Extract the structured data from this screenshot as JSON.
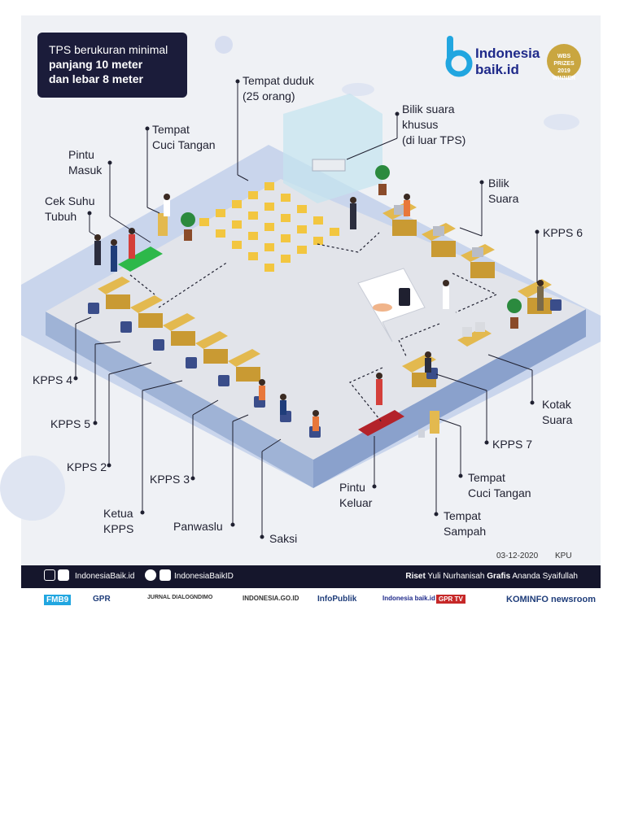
{
  "header": {
    "title_line1": "TPS berukuran minimal",
    "title_line2": "panjang 10 meter",
    "title_line3": "dan lebar 8 meter"
  },
  "brand": {
    "logo_line1": "Indonesia",
    "logo_line2": "baik.id",
    "badge_text": "WBS PRIZES 2019 WINNER"
  },
  "labels": {
    "tempat_duduk": [
      "Tempat duduk",
      "(25 orang)"
    ],
    "bilik_khusus": [
      "Bilik suara",
      "khusus",
      "(di luar TPS)"
    ],
    "cuci_tangan_masuk": [
      "Tempat",
      "Cuci Tangan"
    ],
    "pintu_masuk": [
      "Pintu",
      "Masuk"
    ],
    "cek_suhu": [
      "Cek Suhu",
      "Tubuh"
    ],
    "bilik_suara": [
      "Bilik",
      "Suara"
    ],
    "kpps6": "KPPS 6",
    "kpps4": "KPPS 4",
    "kpps5": "KPPS 5",
    "kpps2": "KPPS 2",
    "kpps3": "KPPS 3",
    "ketua": [
      "Ketua",
      "KPPS"
    ],
    "panwaslu": "Panwaslu",
    "saksi": "Saksi",
    "pintu_keluar": [
      "Pintu",
      "Keluar"
    ],
    "tempat_sampah": [
      "Tempat",
      "Sampah"
    ],
    "cuci_tangan_keluar": [
      "Tempat",
      "Cuci Tangan"
    ],
    "kpps7": "KPPS 7",
    "kotak_suara": [
      "Kotak",
      "Suara"
    ]
  },
  "meta": {
    "date": "03-12-2020",
    "source": "KPU"
  },
  "footer": {
    "social1": "IndonesiaBaik.id",
    "social2": "IndonesiaBaikID",
    "riset_label": "Riset",
    "riset_name": "Yuli Nurhanisah",
    "grafis_label": "Grafis",
    "grafis_name": "Ananda Syaifullah"
  },
  "partners": [
    "FMB9",
    "GPR",
    "JURNAL DIALOG",
    "NDIMO",
    "INDONESIA.GO.ID",
    "InfoPublik",
    "Indonesia baik.id",
    "GPR TV",
    "KOMINFO newsroom"
  ],
  "colors": {
    "navy": "#1b1c3a",
    "floor": "#e2e4ea",
    "floor_edge": "#9fb3d6",
    "table": "#e3b94f",
    "chair": "#3a4d8a",
    "seat": "#f2c640",
    "entry_mat": "#2db84a",
    "exit_mat": "#b3232a"
  }
}
